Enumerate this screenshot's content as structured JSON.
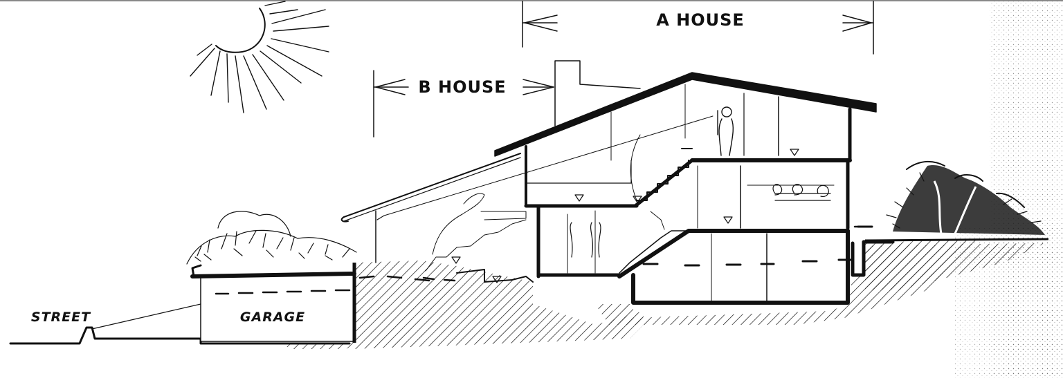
{
  "labels": {
    "a_house": "A HOUSE",
    "b_house": "B HOUSE",
    "street": "STREET",
    "garage": "GARAGE"
  },
  "colors": {
    "ink": "#111111",
    "paper": "#ffffff"
  },
  "icons": [
    "sun-icon",
    "person-icon",
    "shrub-icon",
    "tree-icon"
  ]
}
